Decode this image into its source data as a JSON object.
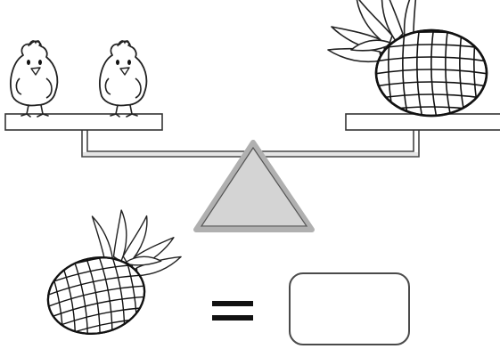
{
  "puzzle": {
    "left_pan": {
      "item": "chick",
      "count": 2
    },
    "right_pan": {
      "item": "pineapple",
      "count": 1
    },
    "question": {
      "item": "pineapple",
      "relation": "=",
      "answer_value": ""
    }
  },
  "icons": {
    "chick": "chick-icon",
    "pineapple": "pineapple-icon"
  },
  "colors": {
    "fulcrum_fill": "#d4d4d4",
    "fulcrum_outline": "#b0b0b0",
    "line": "#333333",
    "answer_border": "#4a4a4a"
  }
}
